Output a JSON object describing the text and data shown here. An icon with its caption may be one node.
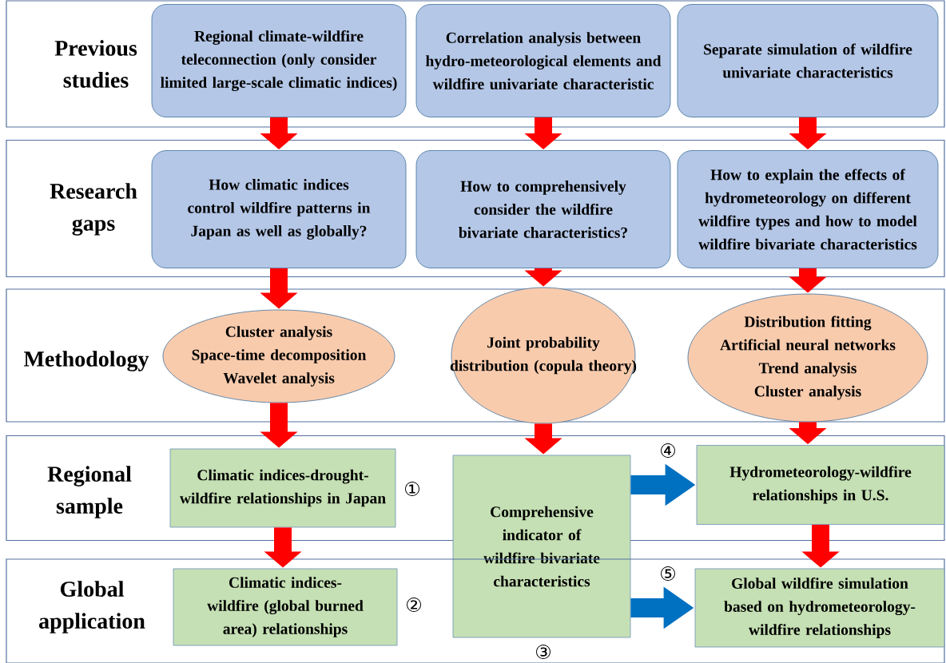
{
  "diagram": {
    "nodes": [
      {
        "text": [
          "Previous studies"
        ]
      },
      {
        "text": [
          "Regional climate-wildfire teleconnection (only consider limited large-scale climatic indices)"
        ],
        "in": 0
      },
      {
        "text": [
          "Correlation analysis between hydro-meteorological elements and wildfire univariate characteristic"
        ],
        "in": 0
      },
      {
        "text": [
          "Separate simulation of wildfire univariate characteristics"
        ],
        "in": 0
      },
      {
        "text": [
          "Research gaps"
        ]
      },
      {
        "text": [
          "How climatic indices control wildfire patterns in Japan as well as globally?"
        ],
        "in": 4
      },
      {
        "text": [
          "How to comprehensively consider the wildfire bivariate characteristics?"
        ],
        "in": 4
      },
      {
        "text": [
          "How to explain the effects of hydrometeorology on different wildfire types and how to model wildfire bivariate characteristics"
        ],
        "in": 4
      },
      {
        "text": [
          "Methodology"
        ]
      },
      {
        "text": [
          "Cluster analysis",
          "Space-time decomposition",
          "Wavelet analysis"
        ],
        "in": 8
      },
      {
        "text": [
          "Joint probability distribution (copula theory)"
        ],
        "in": 8
      },
      {
        "text": [
          "Distribution fitting",
          "Artificial neural networks",
          "Trend analysis",
          "Cluster analysis"
        ],
        "in": 8
      },
      {
        "text": [
          "Regional sample"
        ]
      },
      {
        "text": [
          "Climatic indices-drought-wildfire relationships in Japan"
        ],
        "in": 12,
        "beside": [
          "①"
        ]
      },
      {
        "text": [
          "Comprehensive indicator of wildfire bivariate characteristics"
        ],
        "beside": [
          "③"
        ]
      },
      {
        "text": [
          "Hydrometeorology-wildfire relationships in U.S."
        ],
        "in": 12,
        "beside": [
          "④"
        ]
      },
      {
        "text": [
          "Global application"
        ]
      },
      {
        "text": [
          "Climatic indices-wildfire (global burned area) relationships"
        ],
        "in": 16,
        "beside": [
          "②"
        ]
      },
      {
        "text": [
          "Global wildfire simulation based on hydrometeorology-wildfire relationships"
        ],
        "in": 16,
        "beside": [
          "⑤"
        ]
      }
    ],
    "edges": [
      {
        "from": 1,
        "to": 5,
        "arrow": "to"
      },
      {
        "from": 2,
        "to": 6,
        "arrow": "to"
      },
      {
        "from": 3,
        "to": 7,
        "arrow": "to"
      },
      {
        "from": 5,
        "to": 9,
        "arrow": "to"
      },
      {
        "from": 6,
        "to": 10,
        "arrow": "to"
      },
      {
        "from": 7,
        "to": 11,
        "arrow": "to"
      },
      {
        "from": 9,
        "to": 13,
        "arrow": "to"
      },
      {
        "from": 10,
        "to": 14,
        "arrow": "to"
      },
      {
        "from": 11,
        "to": 15,
        "arrow": "to"
      },
      {
        "from": 13,
        "to": 17,
        "arrow": "to"
      },
      {
        "from": 15,
        "to": 18,
        "arrow": "to"
      },
      {
        "from": 14,
        "to": 15,
        "arrow": "to",
        "color": "#0070c0"
      },
      {
        "from": 14,
        "to": 18,
        "arrow": "to",
        "color": "#0070c0"
      }
    ]
  }
}
